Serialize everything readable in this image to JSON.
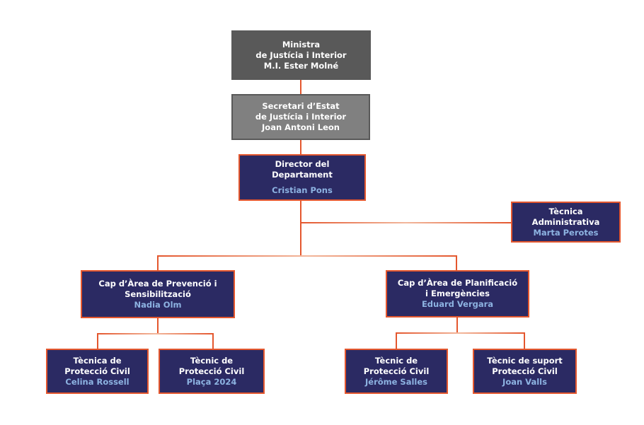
{
  "colors": {
    "level1_fill": "#595959",
    "level2_fill": "#808080",
    "level2_border": "#595959",
    "navy_fill": "#2b2a63",
    "accent": "#e4572e",
    "connector": "#e4572e",
    "role_text": "#ffffff",
    "person_text": "#8db3e2"
  },
  "nodes": {
    "ministra": {
      "role_line1": "Ministra",
      "role_line2": "de Justícia i Interior",
      "person": "M.I. Ester Molné"
    },
    "secretari": {
      "role_line1": "Secretari d’Estat",
      "role_line2": "de Justícia i Interior",
      "person": "Joan Antoni Leon"
    },
    "director": {
      "role_line1": "Director del",
      "role_line2": "Departament",
      "person": "Cristian Pons"
    },
    "tecnica_administrativa": {
      "role_line1": "Tècnica",
      "role_line2": "Administrativa",
      "person": "Marta Perotes"
    },
    "cap_prevencio": {
      "role_line1": "Cap d’Àrea de Prevenció i",
      "role_line2": "Sensibilització",
      "person": "Nadia Olm"
    },
    "cap_planificacio": {
      "role_line1": "Cap d’Àrea de Planificació",
      "role_line2": "i Emergències",
      "person": "Eduard Vergara"
    },
    "tecnica_proteccio_civil": {
      "role_line1": "Tècnica de",
      "role_line2": "Protecció Civil",
      "person": "Celina Rossell"
    },
    "tecnic_proteccio_civil_placa": {
      "role_line1": "Tècnic de",
      "role_line2": "Protecció Civil",
      "person": "Plaça 2024"
    },
    "tecnic_proteccio_civil": {
      "role_line1": "Tècnic de",
      "role_line2": "Protecció Civil",
      "person": "Jérôme Salles"
    },
    "tecnic_suport": {
      "role_line1": "Tècnic de suport",
      "role_line2": "Protecció Civil",
      "person": "Joan Valls"
    }
  }
}
